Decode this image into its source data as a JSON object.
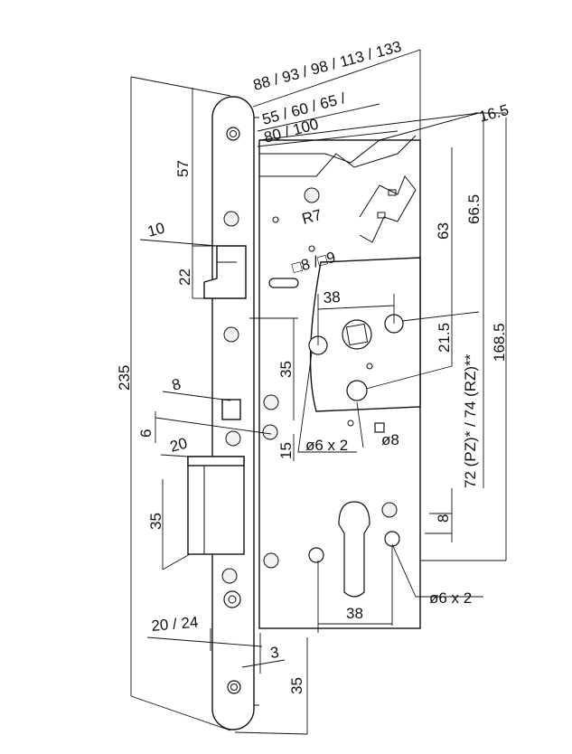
{
  "labels": {
    "backset_options": "88 / 93 / 98 / 113 / 133",
    "inner_options_a": "55 / 60 / 65 /",
    "inner_options_b": "80 / 100",
    "thickness": "16.5",
    "top_to_follower": "57",
    "radius": "R7",
    "follower_to_latch_top": "66.5",
    "latch_to_follower": "63",
    "latch_width": "10",
    "latch_height": "22",
    "follower_square": "□8 /□9",
    "hub_spacing": "38",
    "hub_offset": "21.5",
    "total_height": "235",
    "lower_height": "168.5",
    "distance_label": "72 (PZ)* / 74 (RZ)**",
    "spacing_35_upper": "35",
    "small_8": "8",
    "small_6": "6",
    "small_15": "15",
    "bolt_width": "20",
    "hole_label_upper": "ø6 x 2",
    "square_label": "ø8",
    "bolt_height": "35",
    "cylinder_8": "8",
    "hole_label_lower": "ø6 x 2",
    "cylinder_spacing": "38",
    "frontplate_width": "20 / 24",
    "frontplate_thickness": "3",
    "bottom_35": "35"
  }
}
